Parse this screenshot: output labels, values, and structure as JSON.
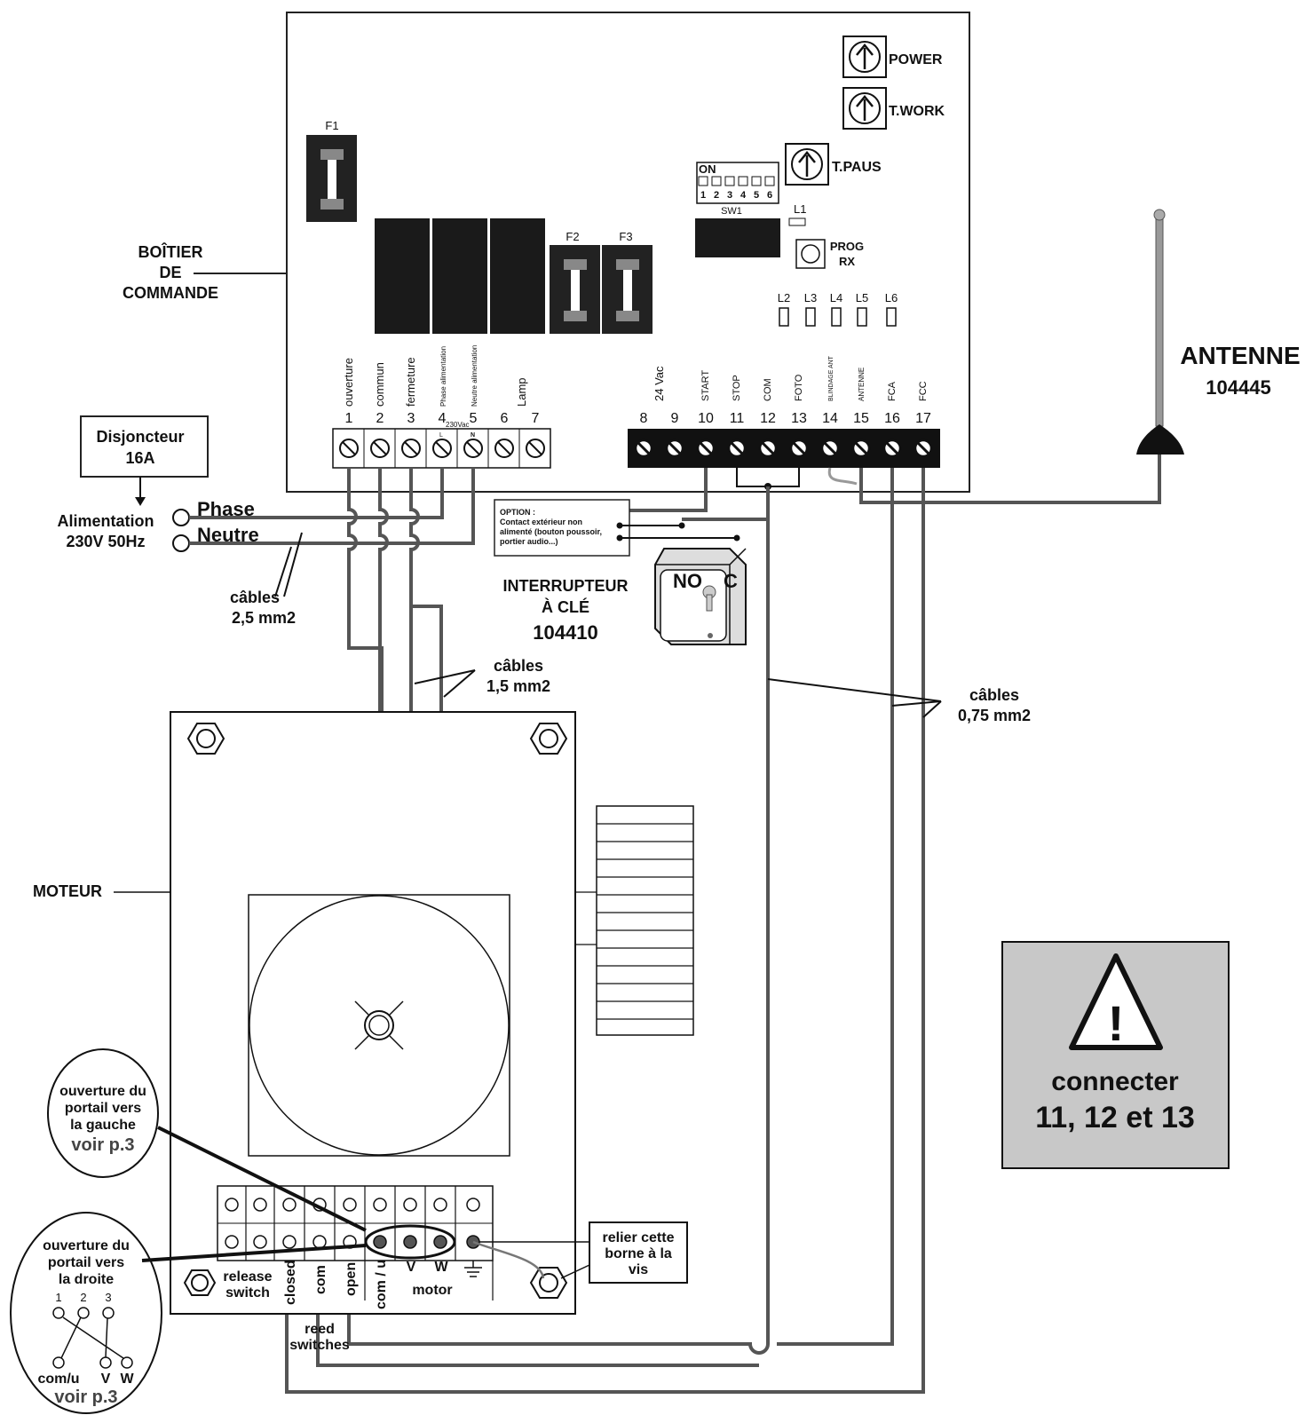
{
  "control_box": {
    "label_lines": [
      "BOÎTIER",
      "DE",
      "COMMANDE"
    ],
    "fuses": [
      "F1",
      "F2",
      "F3"
    ],
    "buttons": [
      "POWER",
      "T.WORK",
      "T.PAUS"
    ],
    "dip": {
      "on": "ON",
      "numbers": [
        "1",
        "2",
        "3",
        "4",
        "5",
        "6"
      ],
      "name": "SW1"
    },
    "leds": [
      "L1",
      "L2",
      "L3",
      "L4",
      "L5",
      "L6"
    ],
    "prog_rx": [
      "PROG",
      "RX"
    ],
    "left_terminals": {
      "labels": [
        "ouverture",
        "commun",
        "fermeture",
        "Phase alimentation",
        "Neutre alimentation",
        "",
        "Lamp"
      ],
      "numbers": [
        "1",
        "2",
        "3",
        "4",
        "5",
        "6",
        "7"
      ],
      "vac_label": "230Vac",
      "l_mark": "L",
      "n_mark": "N"
    },
    "right_terminals": {
      "labels": [
        "24 Vac",
        "",
        "START",
        "STOP",
        "COM",
        "FOTO",
        "BLINDAGE ANT",
        "ANTENNE",
        "FCA",
        "FCC"
      ],
      "numbers": [
        "8",
        "9",
        "10",
        "11",
        "12",
        "13",
        "14",
        "15",
        "16",
        "17"
      ]
    }
  },
  "antenna": {
    "name": "ANTENNE",
    "ref": "104445"
  },
  "breaker": {
    "lines": [
      "Disjoncteur",
      "16A"
    ]
  },
  "power": {
    "lines": [
      "Alimentation",
      "230V 50Hz"
    ],
    "phase": "Phase",
    "neutral": "Neutre"
  },
  "cables": {
    "main": [
      "câbles",
      "2,5 mm2"
    ],
    "motor": [
      "câbles",
      "1,5 mm2"
    ],
    "signal": [
      "câbles",
      "0,75 mm2"
    ]
  },
  "option_box": {
    "lines": [
      "OPTION :",
      "Contact extérieur non",
      "alimenté (bouton poussoir,",
      "portier audio...)"
    ]
  },
  "key_switch": {
    "lines": [
      "INTERRUPTEUR",
      "À CLÉ",
      "104410"
    ],
    "no": "NO",
    "c": "C"
  },
  "motor": {
    "label": "MOTEUR",
    "release": [
      "release",
      "switch"
    ],
    "reed_labels": [
      "closed",
      "com",
      "open"
    ],
    "motor_labels": [
      "com / u",
      "V",
      "W"
    ],
    "motor_word": "motor",
    "reed": [
      "reed",
      "switches"
    ]
  },
  "notes": {
    "left_open": [
      "ouverture du",
      "portail vers",
      "la gauche",
      "voir p.3"
    ],
    "right_open": [
      "ouverture du",
      "portail vers",
      "la droite",
      "voir p.3"
    ],
    "right_numbers": [
      "1",
      "2",
      "3"
    ],
    "right_terms": [
      "com/u",
      "V",
      "W"
    ],
    "screw_note": [
      "relier cette",
      "borne à la",
      "vis"
    ]
  },
  "warning": {
    "lines": [
      "connecter",
      "11, 12 et 13"
    ],
    "symbol": "!"
  }
}
